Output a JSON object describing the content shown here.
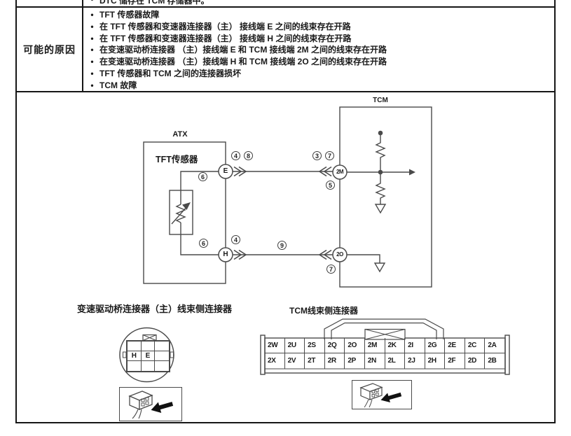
{
  "table": {
    "bullet": "•",
    "top_row_text": "DTC 储存在 TCM 存储器中。",
    "cause_label": "可能的原因",
    "causes": [
      "TFT 传感器故障",
      "在 TFT 传感器和变速器连接器（主） 接线端 E 之间的线束存在开路",
      "在 TFT 传感器和变速器连接器（主） 接线端 H 之间的线束存在开路",
      "在变速驱动桥连接器 （主）接线端 E 和 TCM 接线端 2M 之间的线束存在开路",
      "在变速驱动桥连接器 （主）接线端 H 和 TCM 接线端 2O 之间的线束存在开路",
      "TFT 传感器和 TCM 之间的连接器损坏",
      "TCM 故障"
    ]
  },
  "diagram": {
    "atx_label": "ATX",
    "tft_sensor_label": "TFT传感器",
    "tcm_label": "TCM",
    "terminal_e": "E",
    "terminal_h": "H",
    "terminal_2m": "2M",
    "terminal_2o": "2O",
    "callouts": [
      "4",
      "8",
      "3",
      "7",
      "5",
      "6",
      "6",
      "4",
      "9",
      "7"
    ]
  },
  "connector_left": {
    "title": "变速驱动桥连接器（主）线束侧连接器",
    "cell_h": "H",
    "cell_e": "E"
  },
  "connector_right": {
    "title": "TCM线束侧连接器",
    "row1": [
      "2W",
      "2U",
      "2S",
      "2Q",
      "2O",
      "2M",
      "2K",
      "2I",
      "2G",
      "2E",
      "2C",
      "2A"
    ],
    "row2": [
      "2X",
      "2V",
      "2T",
      "2R",
      "2P",
      "2N",
      "2L",
      "2J",
      "2H",
      "2F",
      "2D",
      "2B"
    ]
  }
}
